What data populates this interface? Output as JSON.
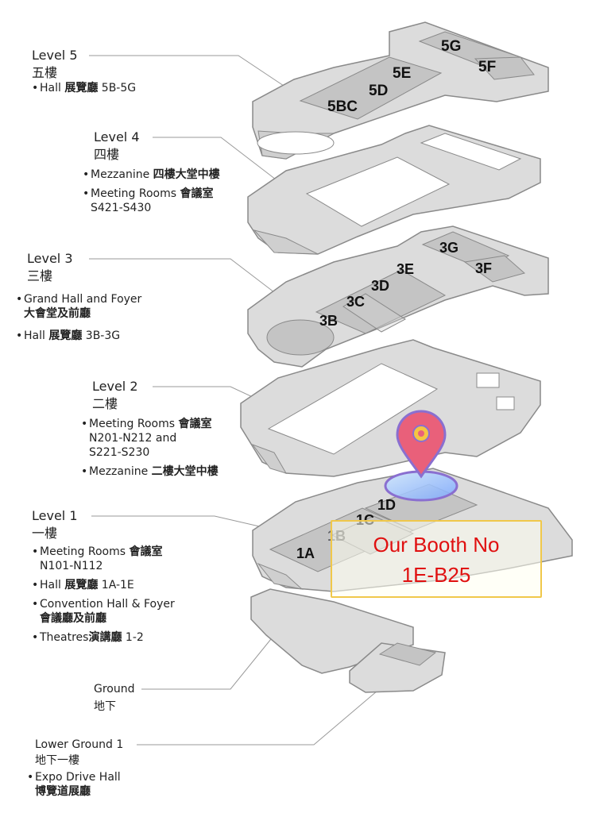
{
  "levels": [
    {
      "title": "Level 5",
      "cn": "五樓",
      "items": [
        {
          "en": "Hall ",
          "cn": "展覽廳",
          "rest": " 5B-5G"
        }
      ]
    },
    {
      "title": "Level 4",
      "cn": "四樓",
      "items": [
        {
          "en": "Mezzanine ",
          "cn": "四樓大堂中樓",
          "rest": ""
        },
        {
          "en": "Meeting Rooms ",
          "cn": "會議室",
          "rest": "",
          "line2": "S421-S430"
        }
      ]
    },
    {
      "title": "Level 3",
      "cn": "三樓",
      "items": [
        {
          "en": "Grand Hall and Foyer",
          "cn": "",
          "rest": "",
          "line2": "大會堂及前廳"
        },
        {
          "en": "Hall ",
          "cn": "展覽廳",
          "rest": " 3B-3G"
        }
      ]
    },
    {
      "title": "Level 2",
      "cn": "二樓",
      "items": [
        {
          "en": "Meeting Rooms ",
          "cn": "會議室",
          "rest": "",
          "line2": "N201-N212 and",
          "line3": "S221-S230"
        },
        {
          "en": "Mezzanine ",
          "cn": "二樓大堂中樓",
          "rest": ""
        }
      ]
    },
    {
      "title": "Level 1",
      "cn": "一樓",
      "items": [
        {
          "en": "Meeting Rooms ",
          "cn": "會議室",
          "rest": "",
          "line2": "N101-N112"
        },
        {
          "en": "Hall ",
          "cn": "展覽廳",
          "rest": " 1A-1E"
        },
        {
          "en": "Convention Hall & Foyer",
          "cn": "",
          "rest": "",
          "line2": "會議廳及前廳"
        },
        {
          "en": "Theatres",
          "cn": "演講廳",
          "rest": " 1-2"
        }
      ]
    }
  ],
  "ground": {
    "title": "Ground",
    "cn": "地下"
  },
  "lower_ground": {
    "title": "Lower Ground 1",
    "cn": "地下一樓",
    "item_en": "Expo Drive Hall",
    "item_cn": "博覽道展廳"
  },
  "halls": {
    "l5": [
      "5BC",
      "5D",
      "5E",
      "5G",
      "5F"
    ],
    "l3": [
      "3B",
      "3C",
      "3D",
      "3E",
      "3G",
      "3F"
    ],
    "l1": [
      "1A",
      "1B",
      "1C",
      "1D"
    ]
  },
  "booth": {
    "line1": "Our Booth No",
    "line2": "1E-B25"
  },
  "colors": {
    "floor": "#dcdcdc",
    "floor_edge": "#8a8a8a",
    "hall": "#c4c4c4",
    "booth_text": "#e01010",
    "booth_border": "#f0c84a",
    "pin": "#e9607a",
    "pin_ring": "#8a6fd0"
  },
  "icons": {
    "pin": "location-pin-icon",
    "bullet": "bullet-dot"
  }
}
